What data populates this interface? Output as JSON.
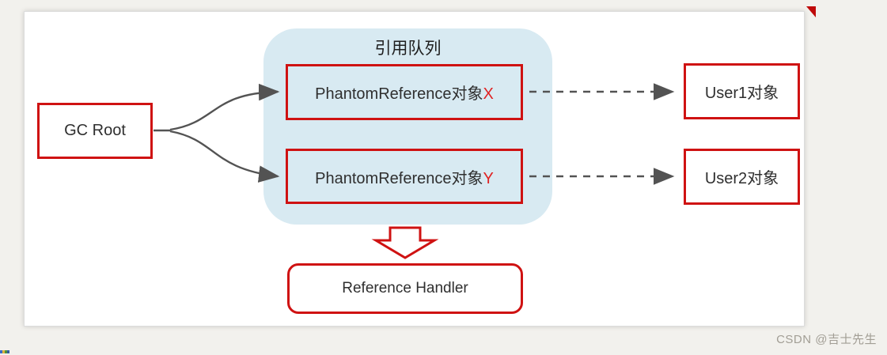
{
  "canvas": {
    "bg": "#f2f1ed",
    "panel_bg": "#ffffff",
    "accent_red": "#cf1212",
    "letter_red": "#e02222",
    "queue_bg": "#d8eaf2",
    "arrow_gray": "#535353",
    "text_dark": "#2f2f2f",
    "watermark_gray": "#a29e95"
  },
  "diagram": {
    "gc_root": {
      "label": "GC Root"
    },
    "queue": {
      "title": "引用队列",
      "items": [
        {
          "label_main": "PhantomReference对象",
          "label_suffix": "X"
        },
        {
          "label_main": "PhantomReference对象",
          "label_suffix": "Y"
        }
      ]
    },
    "targets": [
      {
        "label": "User1对象"
      },
      {
        "label": "User2对象"
      }
    ],
    "handler": {
      "label": "Reference Handler"
    }
  },
  "watermark": {
    "text": "CSDN @吉士先生"
  }
}
